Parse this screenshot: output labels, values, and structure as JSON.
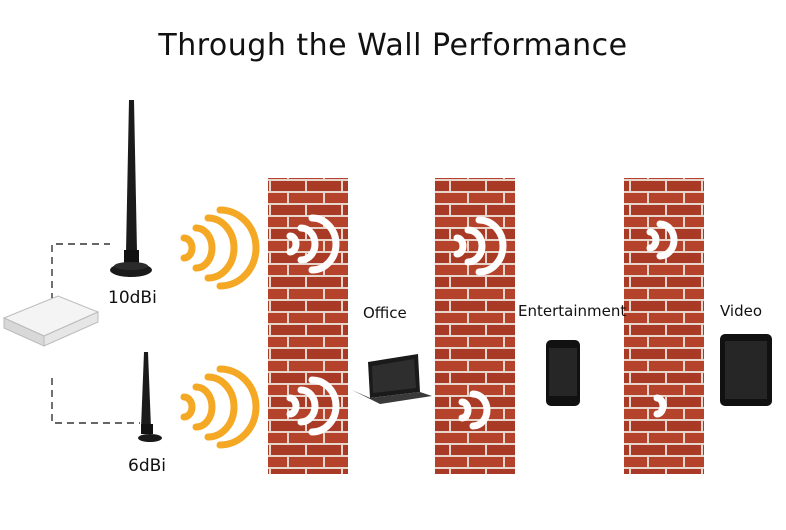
{
  "title": "Through the Wall Performance",
  "antennas": [
    {
      "label": "10dBi"
    },
    {
      "label": "6dBi"
    }
  ],
  "rooms": [
    {
      "label": "Office"
    },
    {
      "label": "Entertainment"
    },
    {
      "label": "Video"
    }
  ],
  "colors": {
    "brick": "#b5422b",
    "mortar": "#e8d6cc",
    "signal_orange": "#f4a823",
    "signal_white": "#ffffff",
    "device_dark": "#1a1a1a"
  }
}
